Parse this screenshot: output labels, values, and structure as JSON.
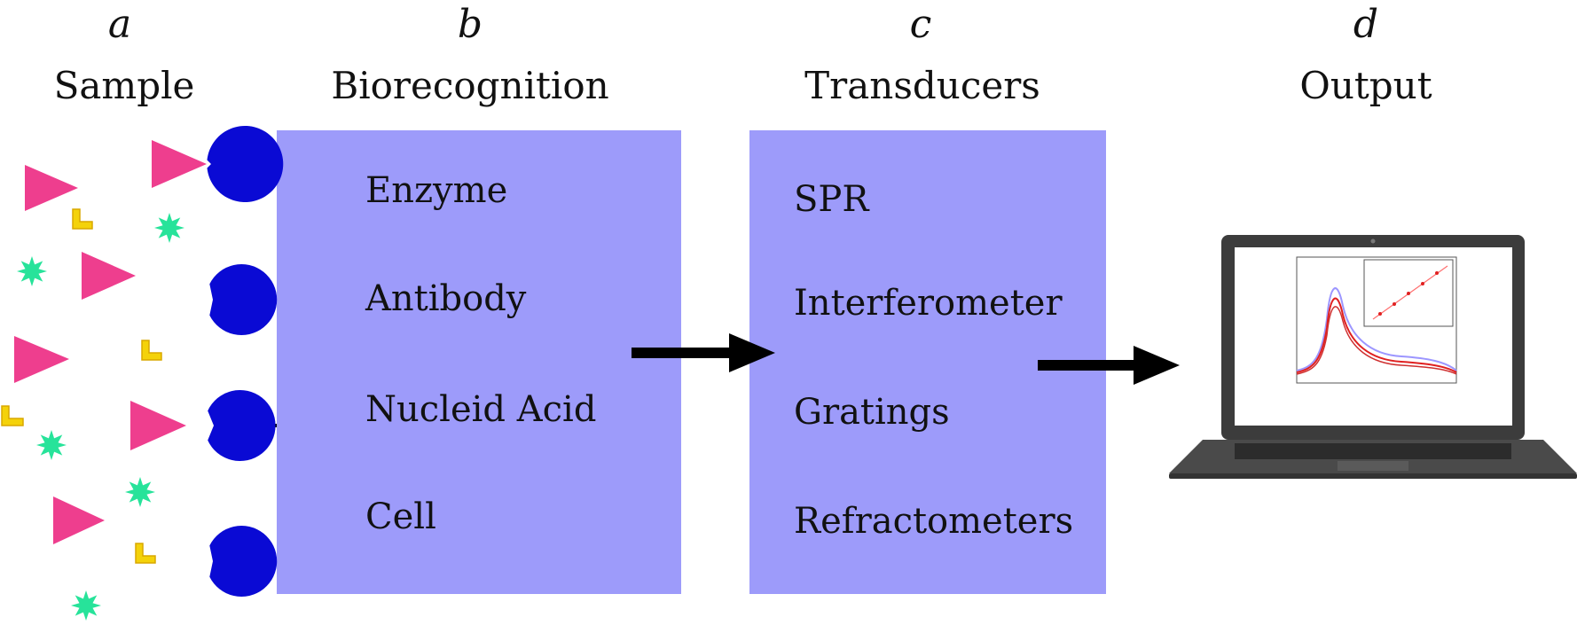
{
  "stages": [
    {
      "letter": "a",
      "heading": "Sample"
    },
    {
      "letter": "b",
      "heading": "Biorecognition"
    },
    {
      "letter": "c",
      "heading": "Transducers"
    },
    {
      "letter": "d",
      "heading": "Output"
    }
  ],
  "biorecognition_items": [
    "Enzyme",
    "Antibody",
    "Nucleid Acid",
    "Cell"
  ],
  "transducer_items": [
    "SPR",
    "Interferometer",
    "Gratings",
    "Refractometers"
  ],
  "colors": {
    "box": "#9d9bfa",
    "receptor": "#0a0ad4",
    "triangle": "#ee3e8e",
    "star": "#27e39a",
    "lshape": "#f4d20a",
    "arrow": "#000000",
    "laptop": "#4a4a4a"
  }
}
